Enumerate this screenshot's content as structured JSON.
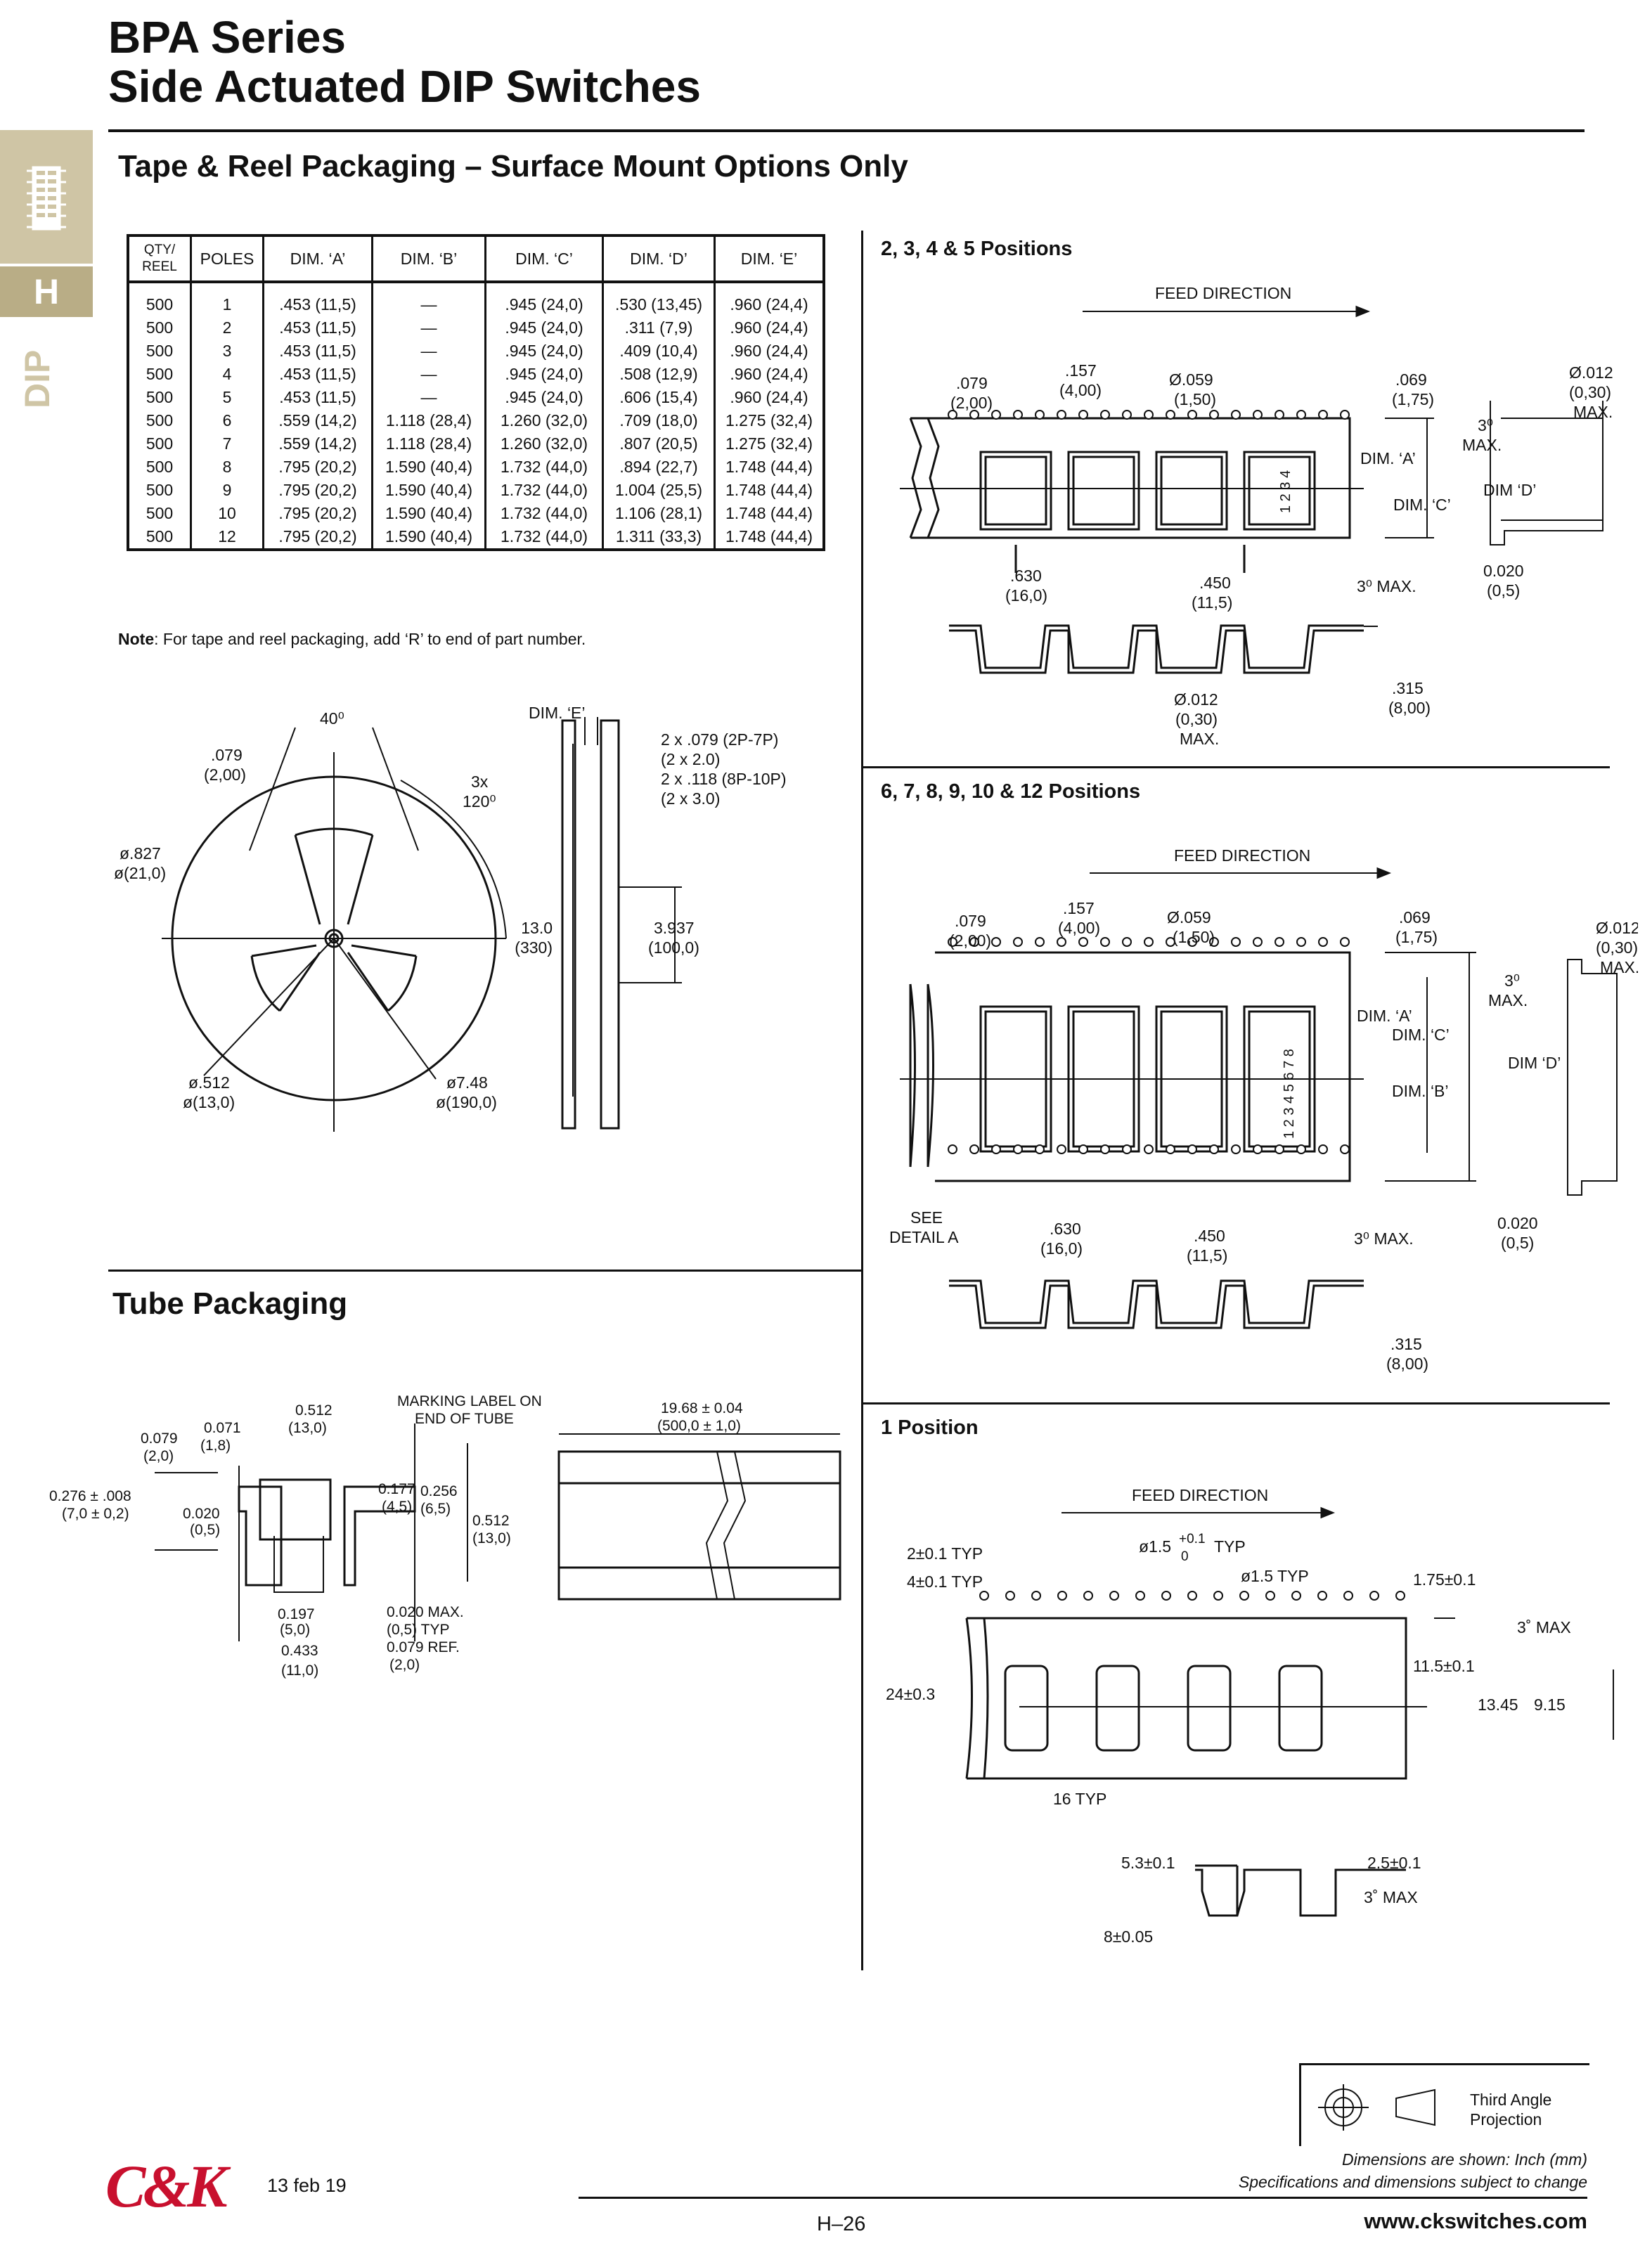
{
  "header": {
    "title_line1": "BPA Series",
    "title_line2": "Side Actuated DIP Switches"
  },
  "sidebar": {
    "letter": "H",
    "label": "DIP"
  },
  "tape_reel": {
    "title": "Tape & Reel Packaging – Surface Mount Options Only",
    "columns": [
      "QTY/\nREEL",
      "POLES",
      "DIM. ‘A’",
      "DIM. ‘B’",
      "DIM. ‘C’",
      "DIM. ‘D’",
      "DIM. ‘E’"
    ],
    "qty_h1": "QTY/",
    "qty_h2": "REEL",
    "rows": [
      [
        "500",
        "1",
        ".453 (11,5)",
        "—",
        ".945 (24,0)",
        ".530 (13,45)",
        ".960 (24,4)"
      ],
      [
        "500",
        "2",
        ".453 (11,5)",
        "—",
        ".945 (24,0)",
        ".311 (7,9)",
        ".960 (24,4)"
      ],
      [
        "500",
        "3",
        ".453 (11,5)",
        "—",
        ".945 (24,0)",
        ".409 (10,4)",
        ".960 (24,4)"
      ],
      [
        "500",
        "4",
        ".453 (11,5)",
        "—",
        ".945 (24,0)",
        ".508 (12,9)",
        ".960 (24,4)"
      ],
      [
        "500",
        "5",
        ".453 (11,5)",
        "—",
        ".945 (24,0)",
        ".606 (15,4)",
        ".960 (24,4)"
      ],
      [
        "500",
        "6",
        ".559 (14,2)",
        "1.118 (28,4)",
        "1.260 (32,0)",
        ".709 (18,0)",
        "1.275 (32,4)"
      ],
      [
        "500",
        "7",
        ".559 (14,2)",
        "1.118 (28,4)",
        "1.260 (32,0)",
        ".807 (20,5)",
        "1.275 (32,4)"
      ],
      [
        "500",
        "8",
        ".795 (20,2)",
        "1.590 (40,4)",
        "1.732 (44,0)",
        ".894 (22,7)",
        "1.748 (44,4)"
      ],
      [
        "500",
        "9",
        ".795 (20,2)",
        "1.590 (40,4)",
        "1.732 (44,0)",
        "1.004 (25,5)",
        "1.748 (44,4)"
      ],
      [
        "500",
        "10",
        ".795 (20,2)",
        "1.590 (40,4)",
        "1.732 (44,0)",
        "1.106 (28,1)",
        "1.748 (44,4)"
      ],
      [
        "500",
        "12",
        ".795 (20,2)",
        "1.590 (40,4)",
        "1.732 (44,0)",
        "1.311 (33,3)",
        "1.748 (44,4)"
      ]
    ],
    "note_bold": "Note",
    "note_text": ": For tape and reel packaging, add ‘R’ to end of part number."
  },
  "reel": {
    "a40": "40⁰",
    ".079": ".079",
    "2.00": "(2,00)",
    "3x": "3x",
    "120": "120⁰",
    "d827": "ø.827",
    "d21": "ø(21,0)",
    "d512": "ø.512",
    "d13": "ø(13,0)",
    "d748": "ø7.48",
    "d190": "ø(190,0)",
    "dime": "DIM. ‘E’",
    "w1": "2 x .079 (2P-7P)",
    "w2": "(2 x 2.0)",
    "w3": "2 x .118 (8P-10P)",
    "w4": "(2 x 3.0)",
    "h13": "13.0",
    "h330": "(330)",
    "h3937": "3.937",
    "h100": "(100,0)"
  },
  "pos2to5": {
    "title": "2, 3, 4 & 5 Positions",
    "feed": "FEED DIRECTION",
    "p157": ".157",
    "p400": "(4,00)",
    "p079": ".079",
    "p200": "(2,00)",
    "d059": "Ø.059",
    "d150": "(1,50)",
    "p069": ".069",
    "p175": "(1,75)",
    "d012": "Ø.012",
    "d030": "(0,30)",
    "max": "MAX.",
    "dima": "DIM. ‘A’",
    "dimc": "DIM. ‘C’",
    "dimd": "DIM ‘D’",
    "deg3": "3⁰",
    "max2": "MAX.",
    "p630": ".630",
    "p160": "(16,0)",
    "p450": ".450",
    "p115": "(11,5)",
    "deg3max": "3⁰ MAX.",
    "p020": "0.020",
    "p05": "(0,5)",
    "p315": ".315",
    "p800": "(8,00)",
    "d012b": "Ø.012",
    "d030b": "(0,30)",
    "maxb": "MAX.",
    "nums": "1 2 3 4"
  },
  "pos6to12": {
    "title": "6, 7, 8, 9, 10 & 12 Positions",
    "feed": "FEED DIRECTION",
    "p157": ".157",
    "p400": "(4,00)",
    "p079": ".079",
    "p200": "(2,00)",
    "d059": "Ø.059",
    "d150": "(1,50)",
    "p069": ".069",
    "p175": "(1,75)",
    "d012": "Ø.012",
    "d030": "(0,30)",
    "max": "MAX.",
    "dima": "DIM. ‘A’",
    "dimb": "DIM. ‘B’",
    "dimc": "DIM. ‘C’",
    "dimd": "DIM ‘D’",
    "deg3": "3⁰",
    "max2": "MAX.",
    "see": "SEE",
    "detail": "DETAIL A",
    "p630": ".630",
    "p160": "(16,0)",
    "p450": ".450",
    "p115": "(11,5)",
    "deg3max": "3⁰ MAX.",
    "p020": "0.020",
    "p05": "(0,5)",
    "p315": ".315",
    "p800": "(8,00)",
    "nums": "1 2 3 4 5 6 7 8"
  },
  "pos1": {
    "title": "1 Position",
    "feed": "FEED DIRECTION",
    "typ2": "2±0.1 TYP",
    "typ4": "4±0.1 TYP",
    "d15a": "ø1.5",
    "d15sup": "+0.1",
    "d15sub": "0",
    "typ": "TYP",
    "d15b": "ø1.5 TYP",
    "p175": "1.75±0.1",
    "p3max": "3˚ MAX",
    "p24": "24±0.3",
    "p115": "11.5±0.1",
    "p1345": "13.45",
    "p915": "9.15",
    "p16": "16 TYP",
    "p53": "5.3±0.1",
    "p25": "2.5±0.1",
    "p3max2": "3˚ MAX",
    "p8": "8±0.05"
  },
  "tube": {
    "title": "Tube Packaging",
    "p512": "0.512",
    "p130": "(13,0)",
    "mark1": "MARKING LABEL ON",
    "mark2": "END OF TUBE",
    "p071": "0.071",
    "p18": "(1,8)",
    "p079": "0.079",
    "p20": "(2,0)",
    "p276": "0.276 ± .008",
    "p70": "(7,0 ± 0,2)",
    "p020": "0.020",
    "p05": "(0,5)",
    "p177": "0.177",
    "p45": "(4,5)",
    "p256": "0.256",
    "p65": "(6,5)",
    "p512b": "0.512",
    "p130b": "(13,0)",
    "p197": "0.197",
    "p50": "(5,0)",
    "p433": "0.433",
    "p110": "(11,0)",
    "p020max": "0.020 MAX.",
    "p05typ": "(0,5) TYP",
    "p079ref": "0.079 REF.",
    "p20b": "(2,0)",
    "len1": "19.68 ± 0.04",
    "len2": "(500,0 ± 1,0)"
  },
  "footer": {
    "logo": "C&K",
    "date": "13 feb 19",
    "projection1": "Third Angle",
    "projection2": "Projection",
    "dims": "Dimensions are shown: Inch (mm)",
    "spec": "Specifications and dimensions subject to change",
    "page": "H–26",
    "web": "www.ckswitches.com"
  }
}
